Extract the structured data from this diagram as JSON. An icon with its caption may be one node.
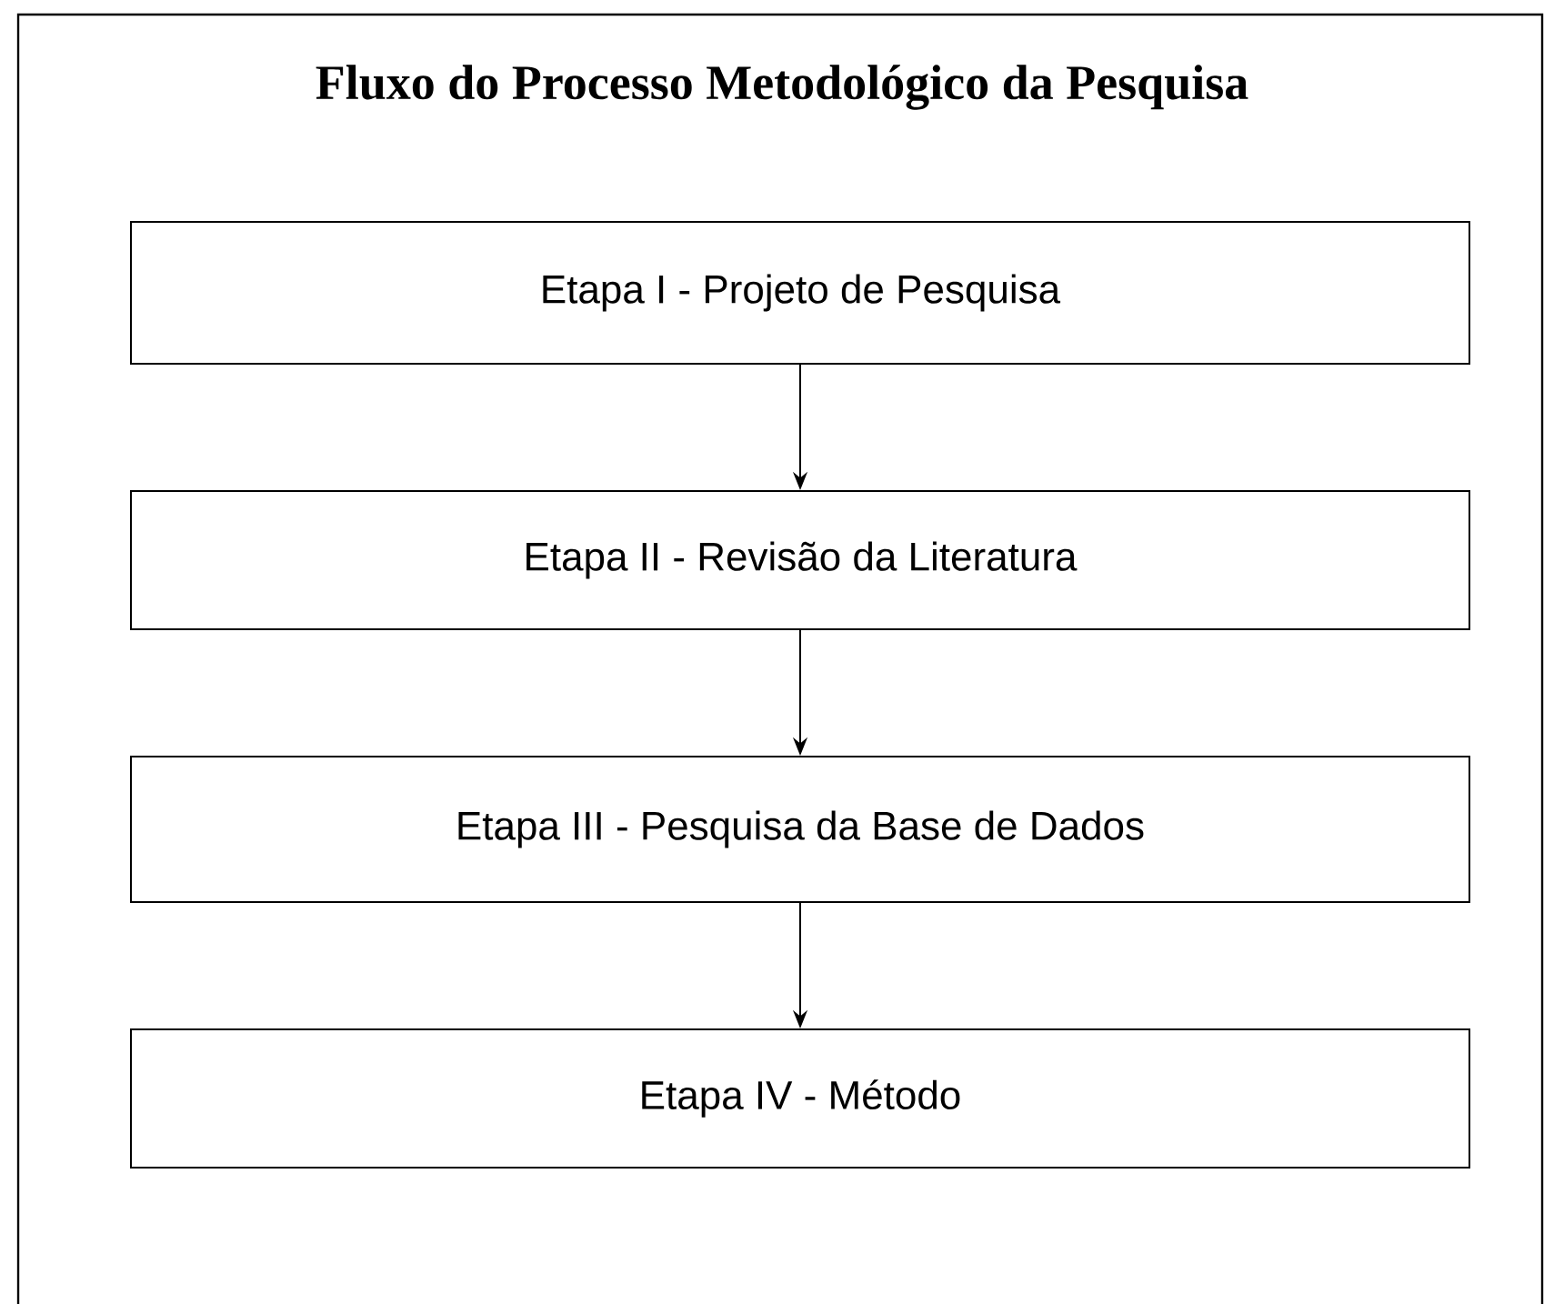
{
  "diagram": {
    "title": "Fluxo do Processo Metodológico da Pesquisa",
    "nodes": [
      {
        "text": [
          "Etapa I - Projeto de Pesquisa"
        ]
      },
      {
        "text": [
          "Etapa II - Revisão da Literatura"
        ]
      },
      {
        "text": [
          "Etapa III - Pesquisa da Base de Dados"
        ]
      },
      {
        "text": [
          "Etapa IV - Método"
        ]
      }
    ],
    "edges": [
      {
        "from": 0,
        "to": 1,
        "arrow": "to"
      },
      {
        "from": 1,
        "to": 2,
        "arrow": "to"
      },
      {
        "from": 2,
        "to": 3,
        "arrow": "to"
      }
    ]
  }
}
